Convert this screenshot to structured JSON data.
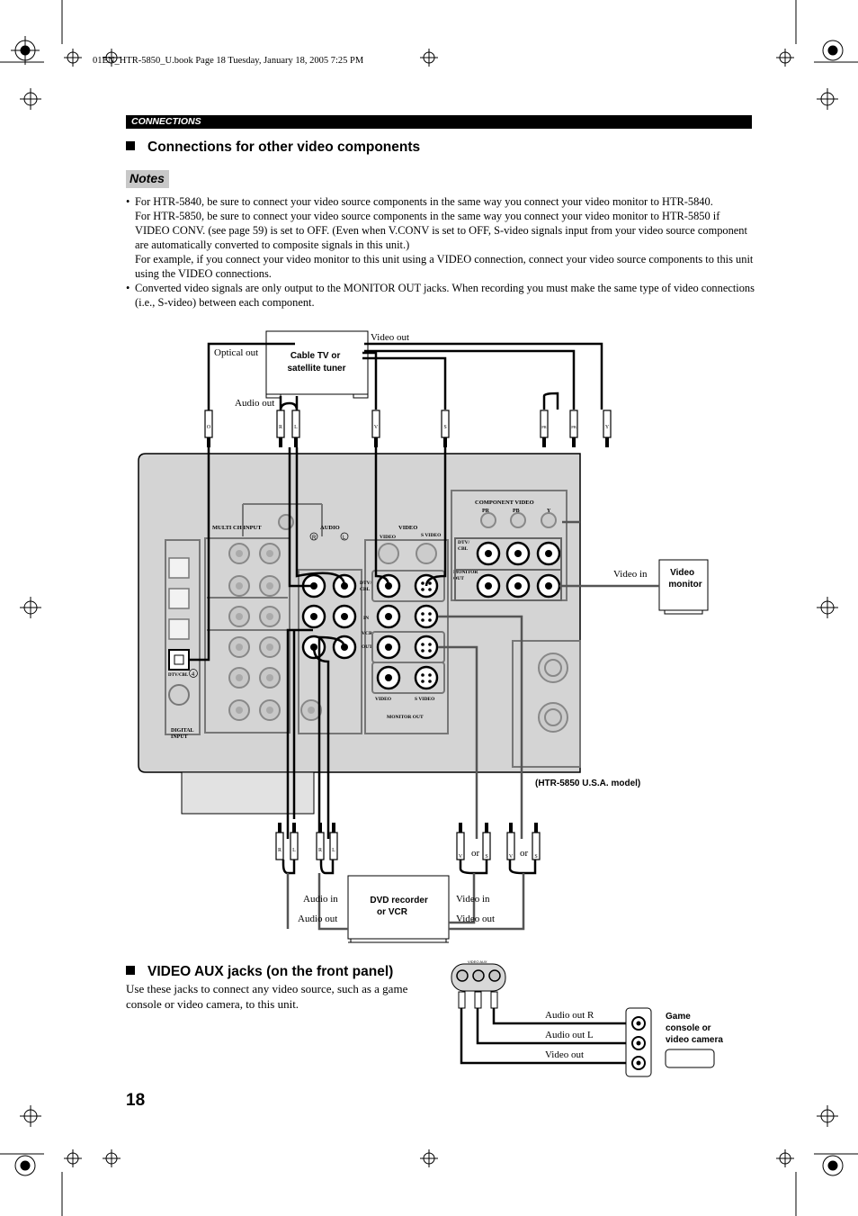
{
  "file_header": "01EN_HTR-5850_U.book  Page 18  Tuesday, January 18, 2005  7:25 PM",
  "section_tab": "CONNECTIONS",
  "section1": {
    "title": "Connections for other video components",
    "notes_label": "Notes",
    "bullet1": [
      "For HTR-5840, be sure to connect your video source components in the same way you connect your video monitor to HTR-5840.",
      "For HTR-5850, be sure to connect your video source components in the same way you connect your video monitor to HTR-5850 if VIDEO CONV. (see page 59) is set to OFF. (Even when V.CONV is set to OFF, S-video signals input from your video source component are automatically converted to composite signals in this unit.)",
      "For example, if you connect your video monitor to this unit using a VIDEO connection, connect your video source components to this unit using the VIDEO connections."
    ],
    "bullet2": "Converted video signals are only output to the MONITOR OUT jacks. When recording you must make the same type of video connections (i.e., S-video) between each component."
  },
  "diagram": {
    "cable_tv": "Cable TV or\nsatellite tuner",
    "optical_out": "Optical out",
    "audio_out": "Audio out",
    "video_out": "Video out",
    "video_in": "Video in",
    "video_monitor": "Video\nmonitor",
    "model_note": "(HTR-5850 U.S.A. model)",
    "dvd_recorder": "DVD recorder\nor VCR",
    "audio_in": "Audio in",
    "audio_out_lower": "Audio out",
    "video_in_lower": "Video in",
    "video_out_lower": "Video out",
    "or": "or",
    "panel": {
      "multi_ch_input": "MULTI CH INPUT",
      "audio": "AUDIO",
      "video": "VIDEO",
      "s_video": "S VIDEO",
      "component_video": "COMPONENT VIDEO",
      "pr": "PR",
      "pb": "PB",
      "y": "Y",
      "dtv_cbl": "DTV/\nCBL",
      "monitor_out_short": "MONITOR\nOUT",
      "in": "IN",
      "vcr": "VCR",
      "out": "OUT",
      "monitor_out": "MONITOR OUT",
      "dtv_cbl_optical": "DTV/CBL",
      "optical_number": "4",
      "digital_input": "DIGITAL\nINPUT",
      "r": "R",
      "l": "L"
    },
    "plug_labels": {
      "o": "O",
      "r": "R",
      "l": "L",
      "v": "V",
      "s": "S",
      "pr": "PR",
      "pb": "PB",
      "y": "Y"
    }
  },
  "section2": {
    "title": "VIDEO AUX jacks (on the front panel)",
    "text": "Use these jacks to connect any video source, such as a game console or video camera, to this unit."
  },
  "aux_diagram": {
    "video_aux": "VIDEO AUX",
    "audio_out_r": "Audio out R",
    "audio_out_l": "Audio out L",
    "video_out": "Video out",
    "game_console": "Game\nconsole or\nvideo camera"
  },
  "page_number": "18"
}
